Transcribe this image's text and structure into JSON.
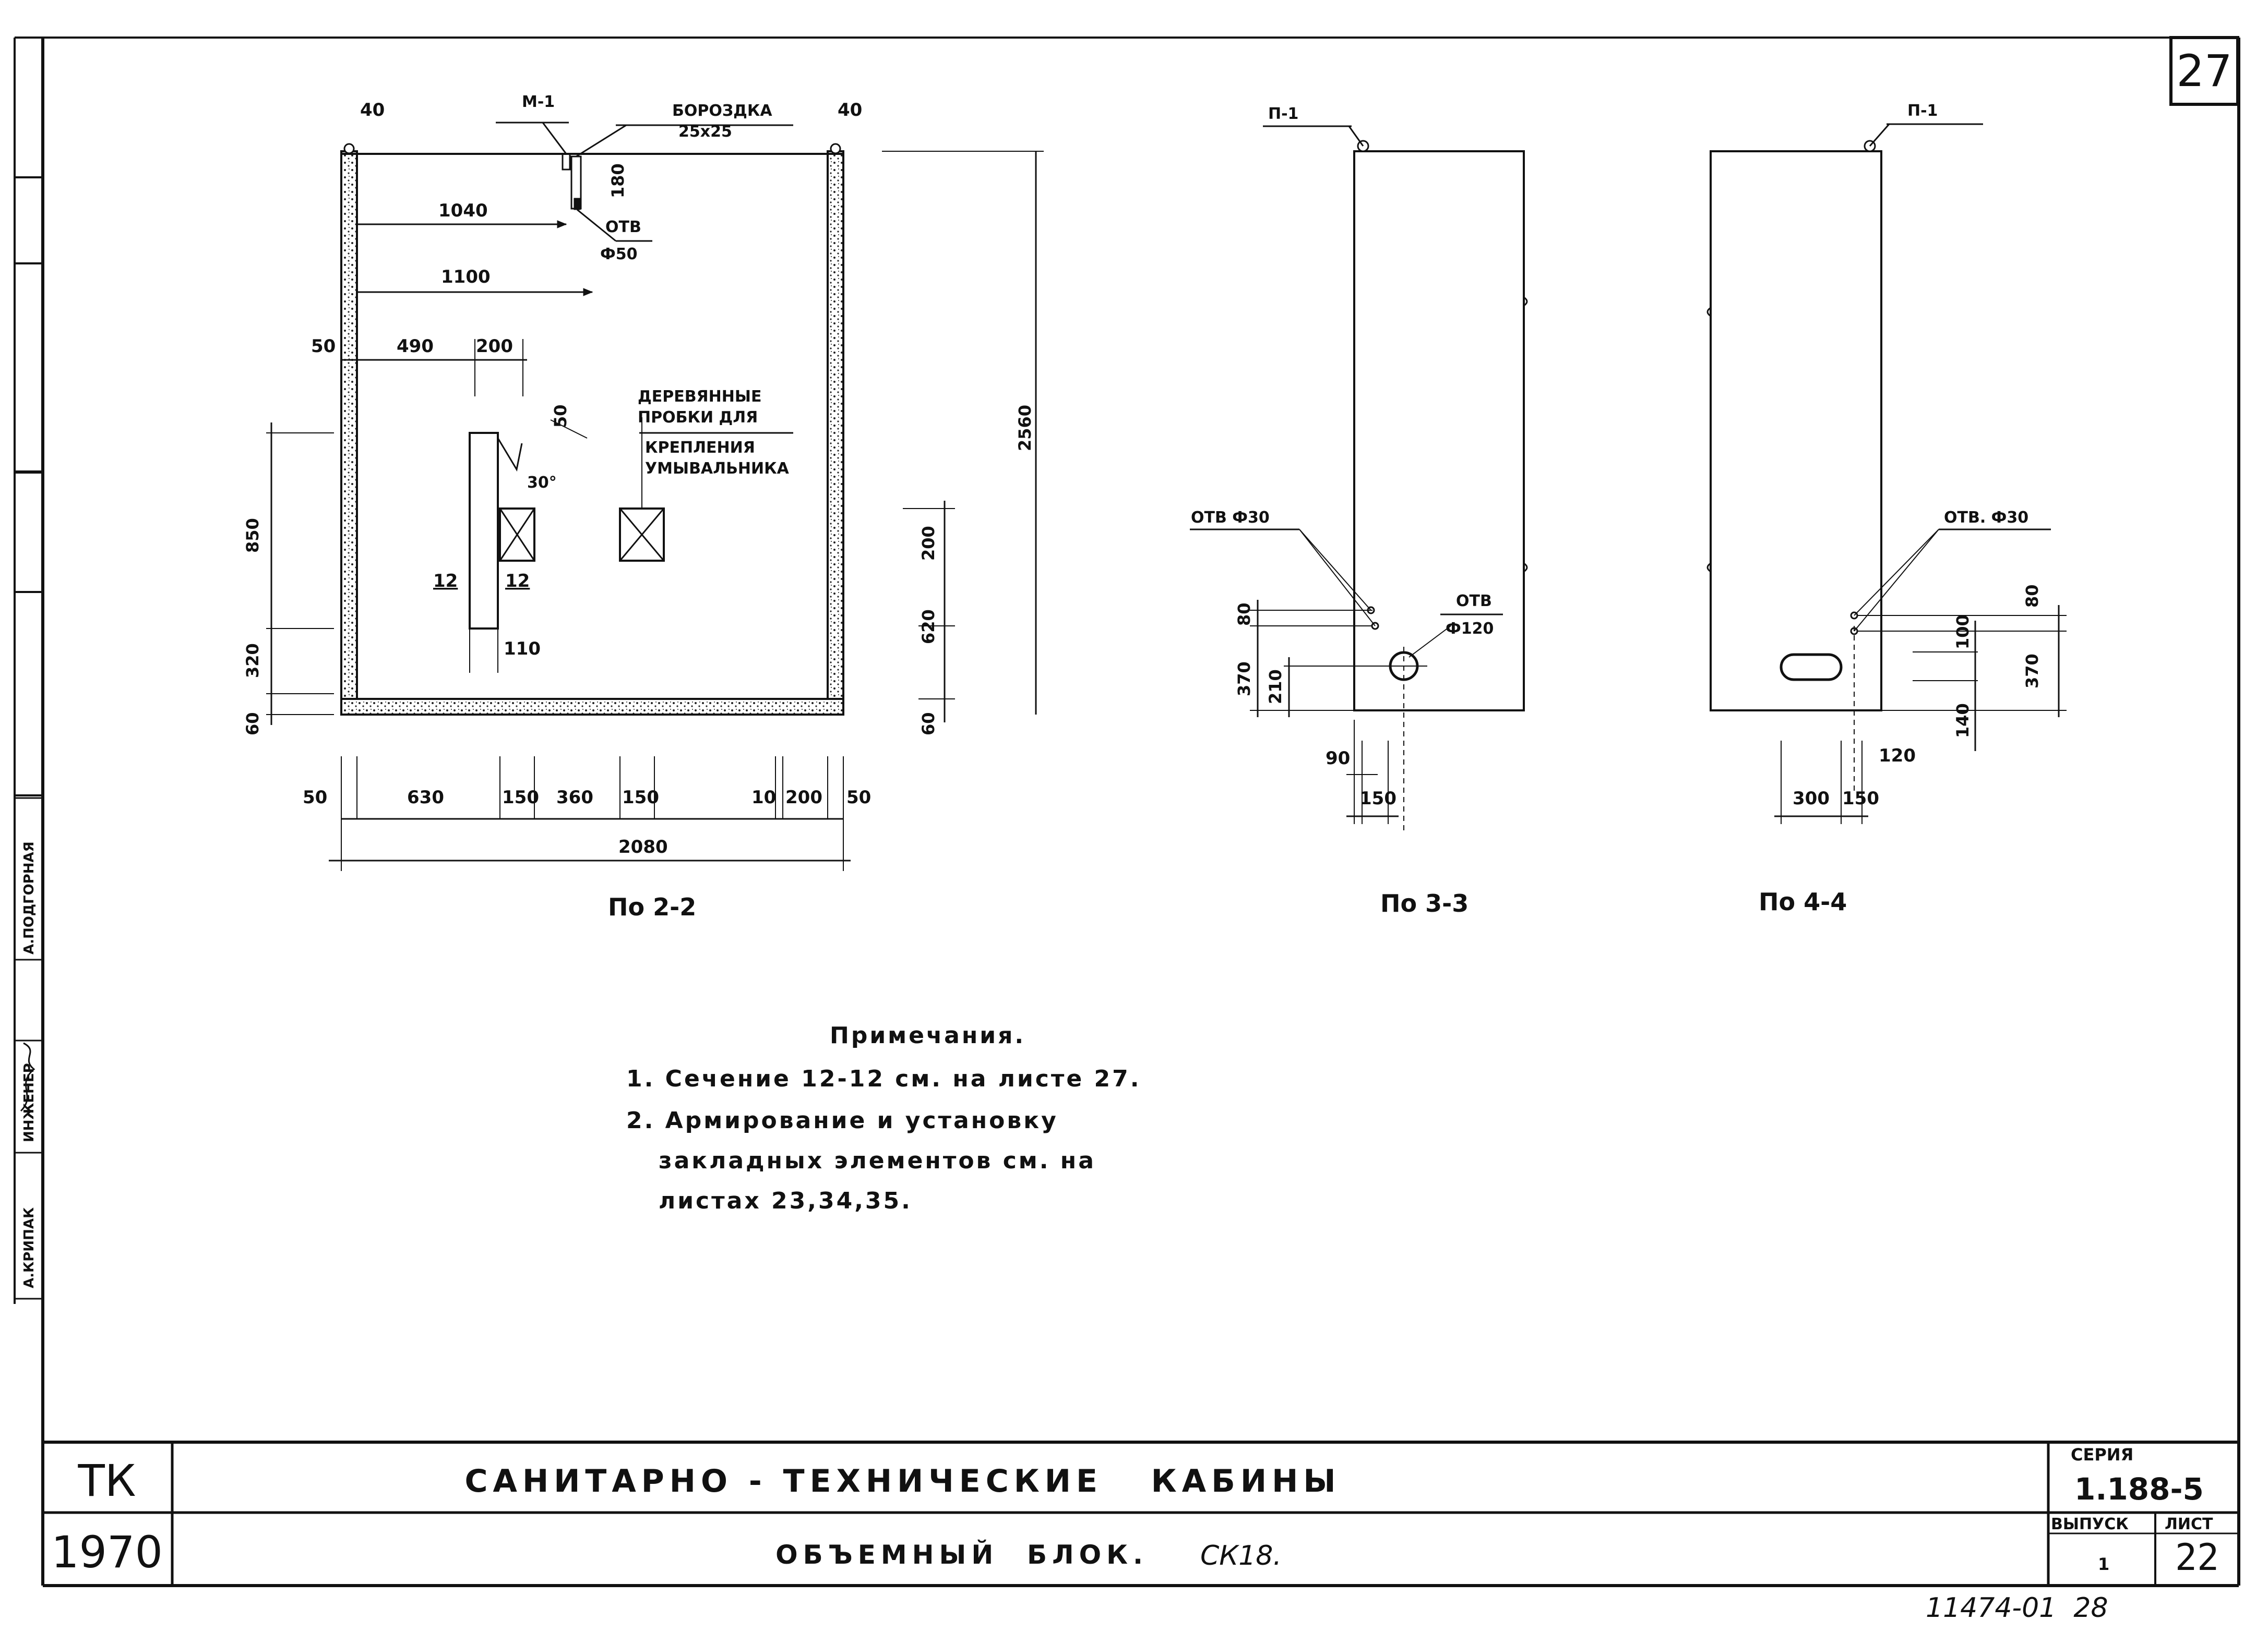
{
  "sheet_corner_number": "27",
  "section_2_2": {
    "caption": "По 2-2",
    "labels": {
      "insert": "М-1",
      "groove_title": "БОРОЗДКА",
      "groove_size": "25х25",
      "hole_title": "ОТВ",
      "hole_diameter": "Ф50",
      "wood_block_1": "ДЕРЕВЯННЫЕ",
      "wood_block_2": "ПРОБКИ ДЛЯ",
      "wood_block_3": "КРЕПЛЕНИЯ",
      "wood_block_4": "УМЫВАЛЬНИКА",
      "section_mark_left": "12",
      "section_mark_right": "12",
      "angle": "30°"
    },
    "dims": {
      "top_left": "40",
      "top_right": "40",
      "d1040": "1040",
      "d1100": "1100",
      "d50_left": "50",
      "d490": "490",
      "d200_top": "200",
      "d180": "180",
      "d50_small": "50",
      "d850": "850",
      "d320": "320",
      "d60_bottom": "60",
      "d110": "110",
      "height_total": "2560",
      "d200_right": "200",
      "d620": "620",
      "d60_right": "60",
      "b50_left": "50",
      "b630": "630",
      "b150_a": "150",
      "b360": "360",
      "b150_b": "150",
      "b10": "10",
      "b200": "200",
      "b50_right": "50",
      "b_total": "2080"
    }
  },
  "section_3_3": {
    "caption": "По 3-3",
    "labels": {
      "insert": "П-1",
      "hole30": "ОТВ Ф30",
      "hole120_title": "ОТВ",
      "hole120_diam": "Ф120"
    },
    "dims": {
      "d80": "80",
      "d370": "370",
      "d210": "210",
      "d90": "90",
      "d150": "150"
    }
  },
  "section_4_4": {
    "caption": "По 4-4",
    "labels": {
      "insert": "П-1",
      "hole30": "ОТВ. Ф30"
    },
    "dims": {
      "d80": "80",
      "d100": "100",
      "d370": "370",
      "d140": "140",
      "d120": "120",
      "d300": "300",
      "d150": "150"
    }
  },
  "notes": {
    "heading": "Примечания.",
    "line1": "1. Сечение 12-12 см. на листе 27.",
    "line2": "2. Армирование и установку",
    "line3": "закладных элементов см. на",
    "line4": "листах 23,34,35."
  },
  "side_stamp": {
    "r1": "А.ПОДГОРНАЯ",
    "r2": "ИНЖЕНЕР",
    "r3": "А.КРИПАК"
  },
  "title_block": {
    "org": "ТК",
    "year": "1970",
    "title": "САНИТАРНО - ТЕХНИЧЕСКИЕ   КАБИНЫ",
    "subtitle": "ОБЪЕМНЫЙ  БЛОК.",
    "subtitle_mark": "СК18.",
    "series_label": "СЕРИЯ",
    "series_value": "1.188-5",
    "issue_label": "ВЫПУСК",
    "issue_value": "1",
    "sheet_label": "ЛИСТ",
    "sheet_value": "22"
  },
  "archive_number": "11474-01  28"
}
